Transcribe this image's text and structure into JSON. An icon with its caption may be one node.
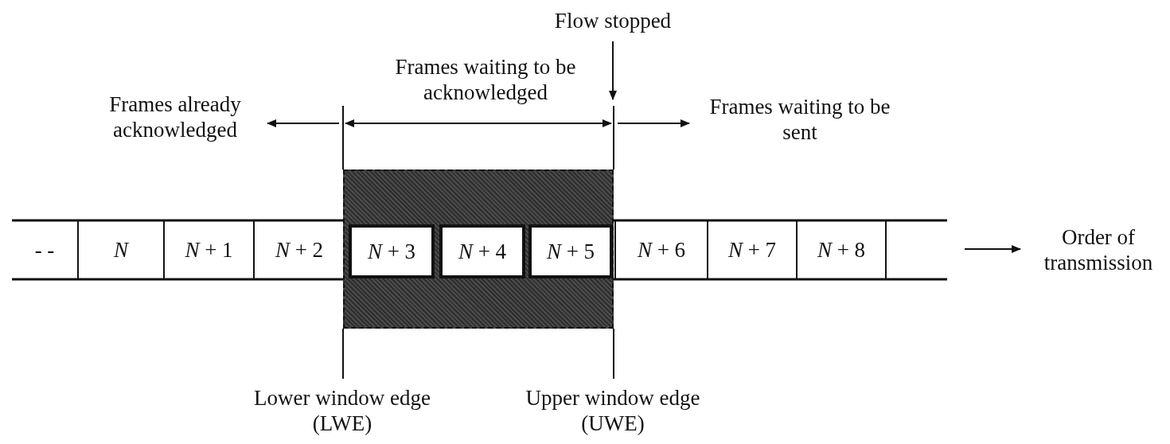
{
  "diagram": {
    "nodes": [
      {
        "text": [],
        "shape": "box"
      },
      {
        "text": [
          "- -"
        ]
      },
      {
        "text": [
          "*N*"
        ]
      },
      {
        "text": [
          "*N* + 1"
        ]
      },
      {
        "text": [
          "*N* + 2"
        ]
      },
      {
        "text": [
          "*N* + 3"
        ],
        "in": 0
      },
      {
        "text": [
          "*N* + 4"
        ],
        "in": 0
      },
      {
        "text": [
          "*N* + 5"
        ],
        "in": 0
      },
      {
        "text": [
          "*N* + 6"
        ]
      },
      {
        "text": [
          "*N* + 7"
        ]
      },
      {
        "text": [
          "*N* + 8"
        ]
      },
      {
        "text": [],
        "shape": "box"
      }
    ],
    "edges": [],
    "labels": [
      "Flow stopped",
      "Frames waiting to be acknowledged",
      "Frames already acknowledged",
      "Frames waiting to be sent",
      "Order of transmission",
      "Lower window edge (LWE)",
      "Upper window edge (UWE)"
    ]
  }
}
